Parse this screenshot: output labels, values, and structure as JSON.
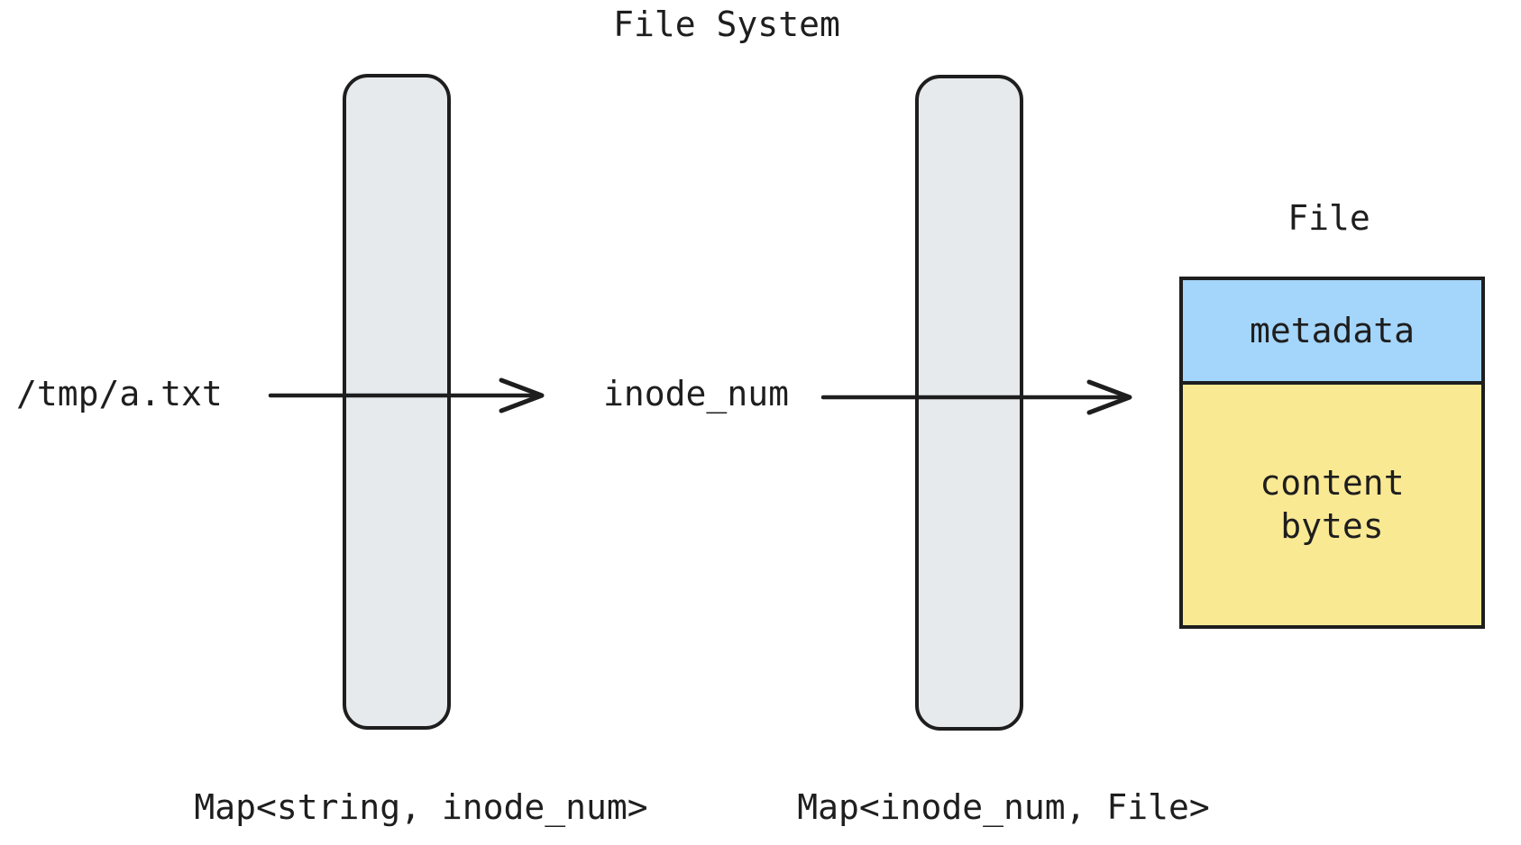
{
  "diagram": {
    "title": "File System",
    "labels": {
      "input_path": "/tmp/a.txt",
      "inode": "inode_num",
      "file_title": "File",
      "metadata_section": "metadata",
      "content_section": "content\nbytes"
    },
    "maps": {
      "path_to_inode": "Map<string, inode_num>",
      "inode_to_file": "Map<inode_num, File>"
    },
    "colors": {
      "stroke": "#1e1e1e",
      "pillar_fill": "#e7eaec",
      "metadata_fill": "#a4d5fa",
      "content_fill": "#fae993",
      "background": "#ffffff"
    }
  }
}
